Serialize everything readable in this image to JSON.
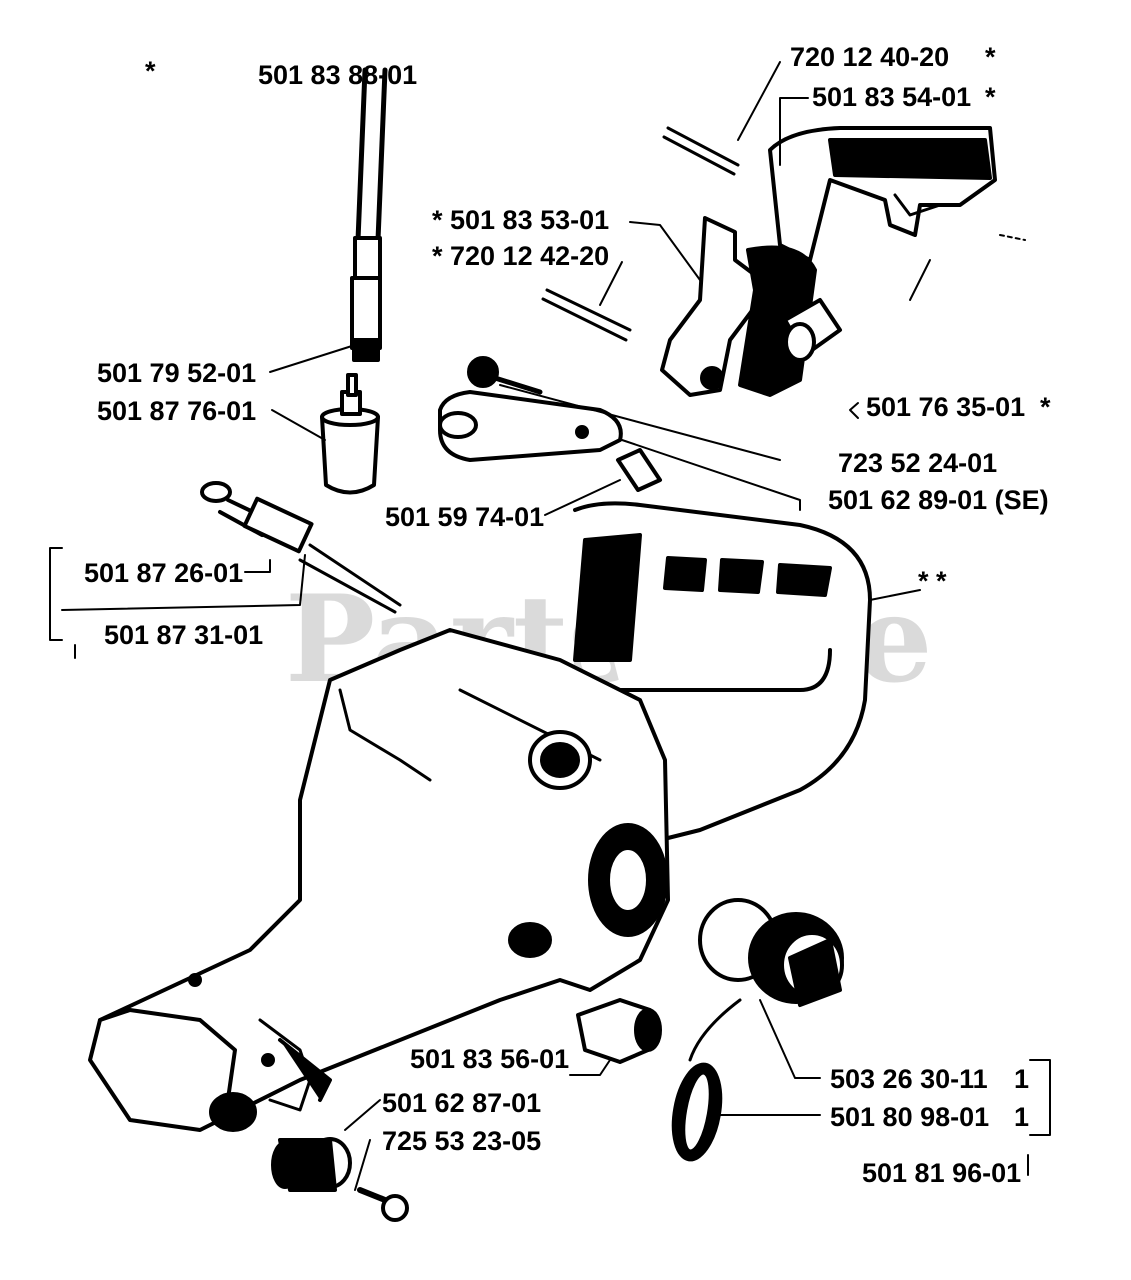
{
  "watermark": "PartsTree",
  "labels": {
    "top_star": "*",
    "p501838801": "501 83 88-01",
    "p720124020": "720 12 40-20",
    "star1": "*",
    "p501835401": "501 83 54-01",
    "star2": "*",
    "p501835301": "* 501 83 53-01",
    "p720124220": "* 720 12 42-20",
    "p501795201": "501 79 52-01",
    "p501877601": "501 87 76-01",
    "p501763501": "501 76 35-01",
    "star3": "*",
    "p723522401": "723 52 24-01",
    "p501628901": "501 62 89-01 (SE)",
    "p501597401": "501 59 74-01",
    "p501872601": "501 87 26-01",
    "p501873101": "501 87 31-01",
    "star_star": "* *",
    "p501835601": "501 83 56-01",
    "p501628701": "501 62 87-01",
    "p725532305": "725 53 23-05",
    "p503263011": "503 26 30-11",
    "qty1": "1",
    "p501809801": "501 80 98-01",
    "qty2": "1",
    "p501819601": "501 81 96-01"
  },
  "colors": {
    "ink": "#000000",
    "paper": "#ffffff",
    "watermark": "#969696"
  }
}
